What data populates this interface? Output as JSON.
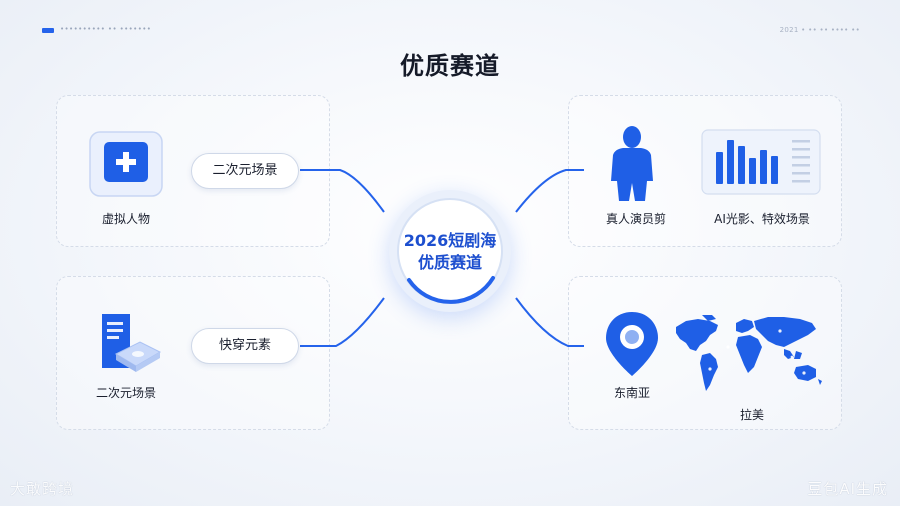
{
  "header": {
    "subtitle": "•••••••••• •• •••••••",
    "date": "2021 • •• ••  •••• ••",
    "title": "优质赛道"
  },
  "hub": {
    "line1": "2026短剧海",
    "line2": "优质赛道"
  },
  "left_top": {
    "pill": "二次元场景",
    "item_label": "虚拟人物",
    "icon": "plus-card-icon"
  },
  "left_bottom": {
    "pill": "快穿元素",
    "item_label": "二次元场景",
    "icon": "document-card-icon"
  },
  "right_top": {
    "actor_label": "真人演员剪",
    "ai_label": "AI光影、特效场景",
    "icons": [
      "person-silhouette-icon",
      "bar-chart-icon"
    ]
  },
  "right_bottom": {
    "sea_label": "东南亚",
    "latam_label": "拉美",
    "icons": [
      "location-pin-icon",
      "world-map-icon"
    ]
  },
  "watermarks": {
    "left": "大敢跨境",
    "right": "豆包AI生成"
  },
  "colors": {
    "accent": "#2563eb",
    "accent_dark": "#1d4fcf",
    "background": "#f3f6fb"
  }
}
